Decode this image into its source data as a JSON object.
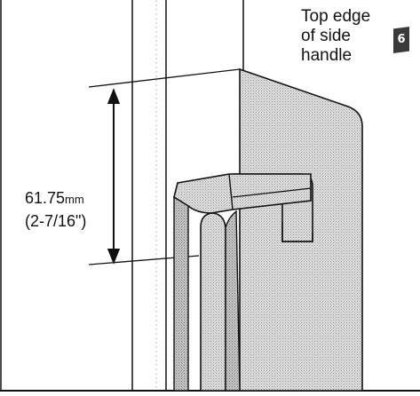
{
  "callout": {
    "line1": "Top edge",
    "line2": "of side",
    "line3": "handle"
  },
  "dimension": {
    "value": "61.75",
    "unit": "mm",
    "imperial": "(2-7/16\")"
  },
  "step_badge": "6",
  "colors": {
    "line": "#111111",
    "panel": "#d2d2d2",
    "badge": "#3a3a3a"
  }
}
